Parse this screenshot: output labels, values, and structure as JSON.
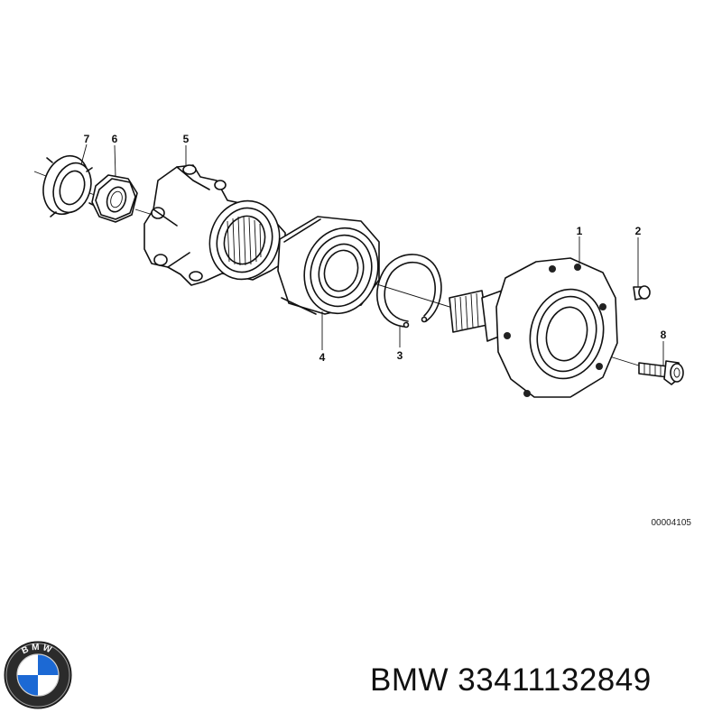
{
  "diagram": {
    "callouts": [
      {
        "id": "1",
        "label": "1"
      },
      {
        "id": "2",
        "label": "2"
      },
      {
        "id": "3",
        "label": "3"
      },
      {
        "id": "4",
        "label": "4"
      },
      {
        "id": "5",
        "label": "5"
      },
      {
        "id": "6",
        "label": "6"
      },
      {
        "id": "7",
        "label": "7"
      },
      {
        "id": "8",
        "label": "8"
      }
    ],
    "reference_code": "00004105"
  },
  "logo": {
    "icon": "bmw-roundel-icon",
    "letters": "BMW",
    "colors": {
      "blue": "#1c69d4",
      "white": "#ffffff",
      "ring": "#111111"
    }
  },
  "part": {
    "brand": "BMW",
    "number": "33411132849"
  }
}
